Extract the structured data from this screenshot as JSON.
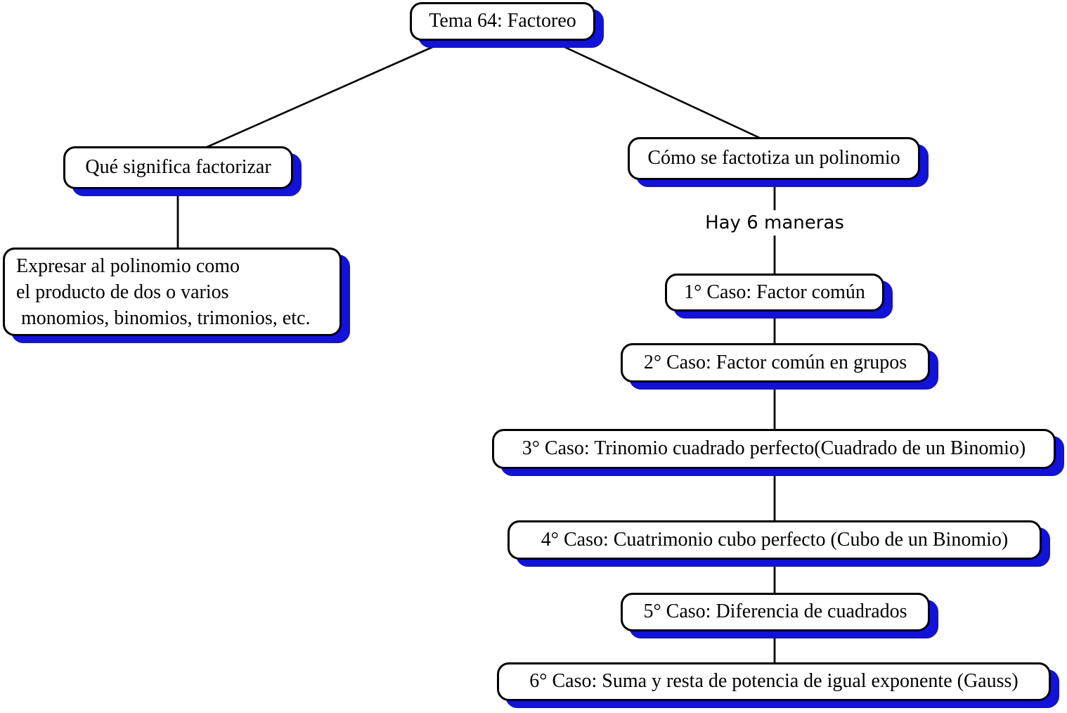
{
  "diagram": {
    "title": "Tema 64: Factoreo",
    "left_branch": {
      "question": "Qué significa factorizar",
      "definition": {
        "line1": "Expresar al polinomio como",
        "line2": "el producto de dos o varios",
        "line3": " monomios, binomios, trimonios, etc."
      }
    },
    "right_branch": {
      "question": "Cómo se factotiza un polinomio",
      "note": "Hay 6 maneras",
      "cases": [
        "1° Caso: Factor común",
        "2° Caso: Factor común en grupos",
        "3° Caso: Trinomio cuadrado perfecto(Cuadrado de un Binomio)",
        "4° Caso: Cuatrimonio cubo perfecto (Cubo de un Binomio)",
        "5° Caso: Diferencia de cuadrados",
        "6° Caso: Suma y resta de potencia de igual exponente (Gauss)"
      ]
    },
    "colors": {
      "shadow_blue": "#1212d8",
      "border": "#000000",
      "box_fill": "#ffffff",
      "line": "#000000"
    }
  }
}
